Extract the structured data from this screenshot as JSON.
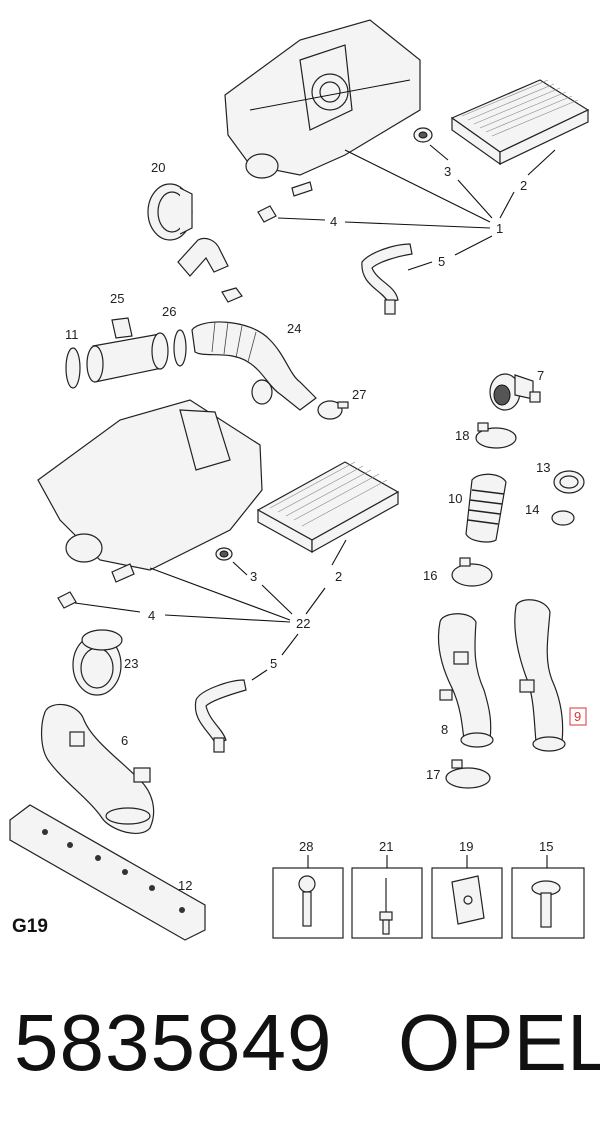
{
  "group_label": "G19",
  "part_number": "5835849",
  "brand": "OPEL",
  "callouts": {
    "c1": "1",
    "c2a": "2",
    "c3a": "3",
    "c4a": "4",
    "c5a": "5",
    "c20": "20",
    "c25": "25",
    "c26": "26",
    "c11": "11",
    "c24": "24",
    "c27": "27",
    "c7": "7",
    "c18": "18",
    "c13": "13",
    "c10": "10",
    "c14": "14",
    "c16": "16",
    "c2b": "2",
    "c3b": "3",
    "c4b": "4",
    "c22": "22",
    "c5b": "5",
    "c23": "23",
    "c6": "6",
    "c8": "8",
    "c9": "9",
    "c17": "17",
    "c12": "12"
  },
  "fastener_boxes": [
    "28",
    "21",
    "19",
    "15"
  ],
  "highlight_color": "#dd3333"
}
